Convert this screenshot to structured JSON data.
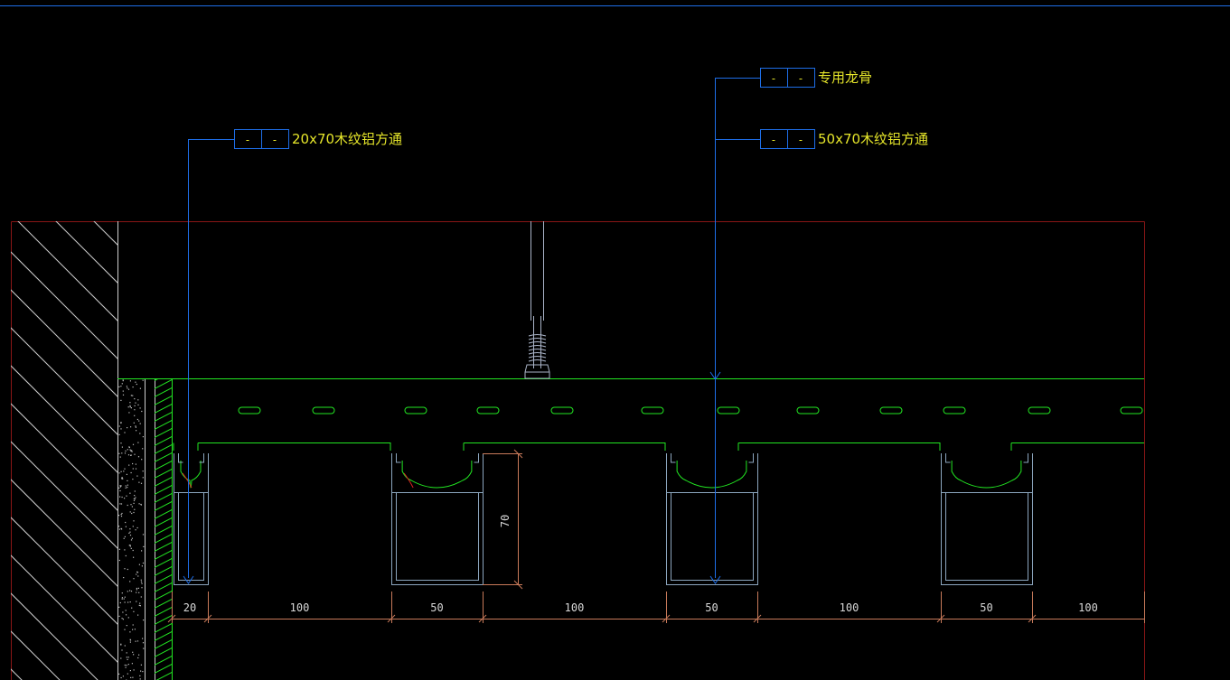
{
  "colors": {
    "background": "#000000",
    "frame": "#8a1616",
    "leader": "#1e6ee8",
    "label_text": "#e6e62a",
    "profile": "#22e622",
    "channel": "#8ca6bf",
    "dimension": "#c87a5a",
    "dimension_text": "#d8d8d8",
    "accent_red": "#e02020",
    "hatch": "#cfcfcf",
    "rod": "#aab4c8"
  },
  "labels": [
    {
      "id": "label-20x70",
      "text": "20x70木纹铝方通",
      "tag_left": "-",
      "tag_right": "-"
    },
    {
      "id": "label-keel",
      "text": "专用龙骨",
      "tag_left": "-",
      "tag_right": "-"
    },
    {
      "id": "label-50x70",
      "text": "50x70木纹铝方通",
      "tag_left": "-",
      "tag_right": "-"
    }
  ],
  "dimensions": {
    "horizontal": [
      "20",
      "100",
      "50",
      "100",
      "50",
      "100",
      "50",
      "100"
    ],
    "vertical": "70"
  }
}
